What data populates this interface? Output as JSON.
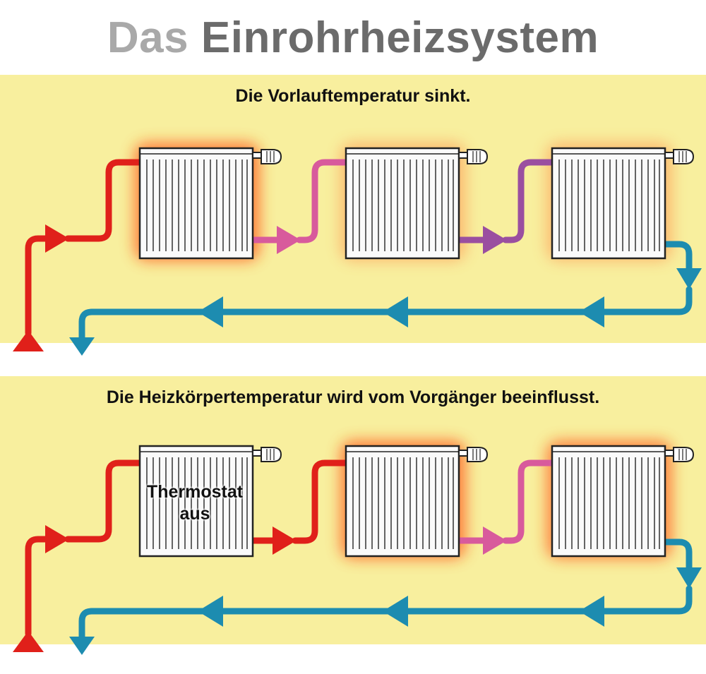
{
  "title": {
    "part1": "Das",
    "part2": "Einrohrheizsystem"
  },
  "panels": [
    {
      "caption": "Die Vorlauftemperatur sinkt.",
      "radiators": [
        {
          "state": "hot"
        },
        {
          "state": "warm"
        },
        {
          "state": "warm"
        }
      ]
    },
    {
      "caption": "Die Heizkörpertemperatur wird vom Vorgänger beeinflusst.",
      "radiators": [
        {
          "state": "off",
          "label_line1": "Thermostat",
          "label_line2": "aus"
        },
        {
          "state": "hot"
        },
        {
          "state": "warm"
        }
      ]
    }
  ],
  "colors": {
    "background_panel": "#f8ef9e",
    "supply_hot": "#e0201a",
    "supply_pink": "#d85a9c",
    "supply_purple": "#9a4fa0",
    "return_blue": "#1d8cb0",
    "radiator_glow": "#ff5a1a"
  }
}
